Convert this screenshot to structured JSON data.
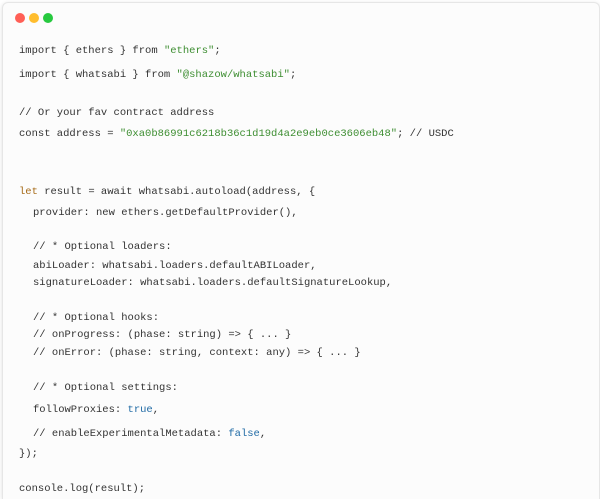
{
  "window": {
    "controls": [
      "close-dot",
      "minimize-dot",
      "maximize-dot"
    ]
  },
  "code": {
    "l1": {
      "a": "import { ethers } from ",
      "b": "\"ethers\"",
      "c": ";"
    },
    "l2": {
      "a": "import { whatsabi } from ",
      "b": "\"@shazow/whatsabi\"",
      "c": ";"
    },
    "l3": "// Or your fav contract address",
    "l4": {
      "a": "const address = ",
      "b": "\"0xa0b86991c6218b36c1d19d4a2e9eb0ce3606eb48\"",
      "c": "; // USDC"
    },
    "l5": {
      "kw": "let",
      "a": " result = await whatsabi.autoload(address, {"
    },
    "l6": "provider: new ethers.getDefaultProvider(),",
    "l7": "// * Optional loaders:",
    "l8": "abiLoader: whatsabi.loaders.defaultABILoader,",
    "l9": "signatureLoader: whatsabi.loaders.defaultSignatureLookup,",
    "l10": "// * Optional hooks:",
    "l11": "// onProgress: (phase: string) => { ... }",
    "l12": "// onError: (phase: string, context: any) => { ... }",
    "l13": "// * Optional settings:",
    "l14": {
      "a": "followProxies: ",
      "b": "true",
      "c": ","
    },
    "l15": {
      "a": "// enableExperimentalMetadata: ",
      "b": "false",
      "c": ","
    },
    "l16": "});",
    "l17": "console.log(result);"
  }
}
